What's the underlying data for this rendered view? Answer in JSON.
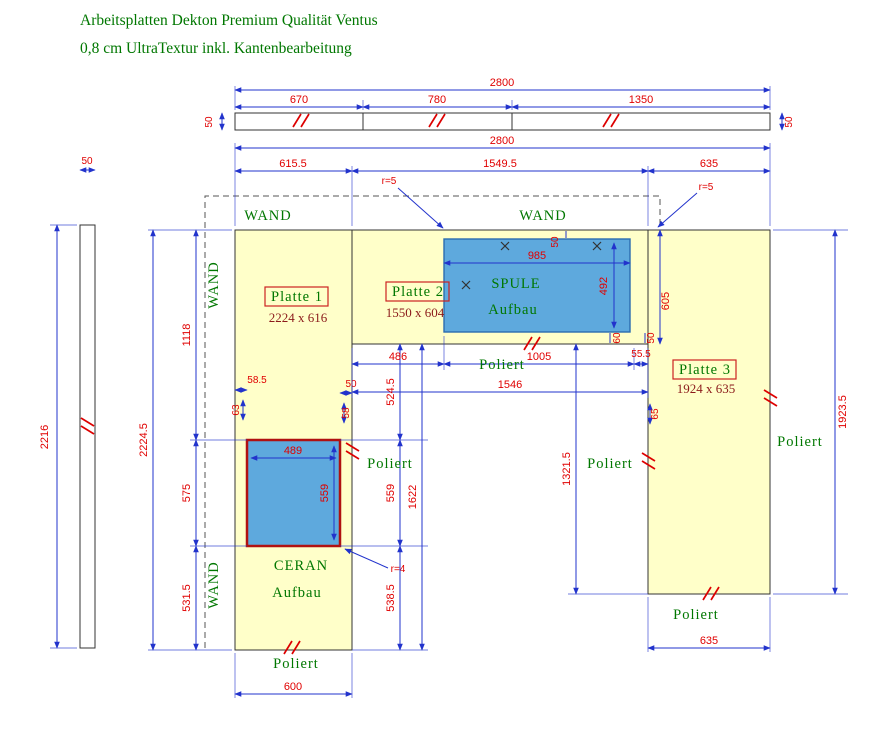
{
  "title": {
    "line1": "Arbeitsplatten Dekton Premium Qualität Ventus",
    "line2": "0,8 cm UltraTextur inkl. Kantenbearbeitung"
  },
  "labels": {
    "wand": "WAND",
    "spule": "SPULE",
    "aufbau": "Aufbau",
    "ceran": "CERAN",
    "poliert": "Poliert",
    "platte1": "Platte 1",
    "platte1_size": "2224 x 616",
    "platte2": "Platte 2",
    "platte2_size": "1550 x 604",
    "platte3": "Platte 3",
    "platte3_size": "1924 x 635"
  },
  "dims": {
    "profile_total": "2800",
    "profile_seg1": "670",
    "profile_seg2": "780",
    "profile_seg3": "1350",
    "profile_thick_l": "50",
    "profile_thick_r": "50",
    "left_thick": "50",
    "left_length": "2216",
    "plan_total": "2800",
    "plan_seg1": "615.5",
    "plan_seg2": "1549.5",
    "plan_seg3": "635",
    "p1_total_h": "2224.5",
    "p1_seg_top": "1118",
    "p1_seg_mid": "575",
    "p1_seg_bot": "531.5",
    "ceran_off_left": "58.5",
    "ceran_off_63": "63",
    "ceran_off_right": "50",
    "ceran_off_58": "58",
    "ceran_w": "489",
    "ceran_h": "559",
    "mid_486": "486",
    "mid_1005": "1005",
    "mid_55_5": "55.5",
    "mid_1546": "1546",
    "mid_524_5": "524.5",
    "mid_559": "559",
    "mid_538_5": "538.5",
    "mid_1622": "1622",
    "mid_1321_5": "1321.5",
    "p3_605": "605",
    "p3_65": "65",
    "sink_w": "985",
    "sink_h": "492",
    "sink_gap_top": "50",
    "sink_gap_60": "60",
    "sink_gap_50": "50",
    "p3_total_h": "1923.5",
    "p3_w": "635",
    "p1_w": "600",
    "r5_left": "r=5",
    "r5_right": "r=5",
    "r4": "r=4"
  },
  "colors": {
    "dimension_text": "#e00000",
    "dimension_line": "#2233cc",
    "label_green": "#007700",
    "plate_fill": "#ffffc9",
    "cutout_fill": "#5ea9dd",
    "ceran_border": "#b01111",
    "polish_mark": "#dd0000",
    "size_text": "#8b1a1a"
  },
  "icons": {
    "edge_polish_mark": "double-slash",
    "sink_corner_mark": "x-cross"
  }
}
